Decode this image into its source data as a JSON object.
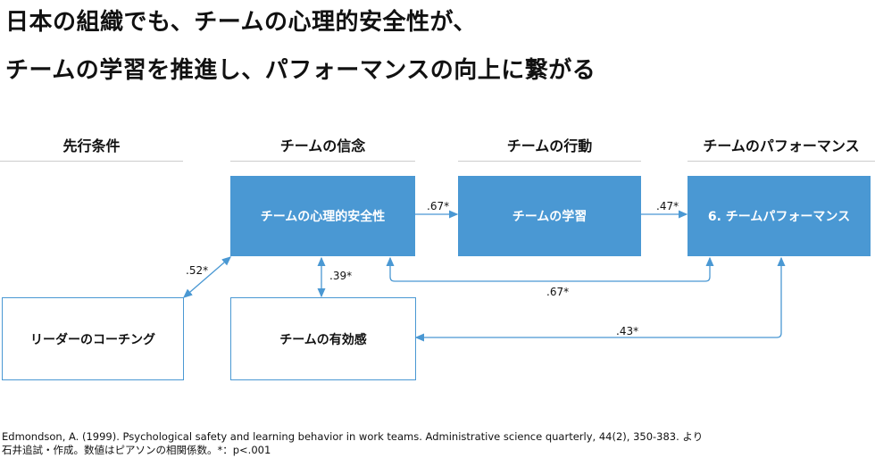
{
  "title": {
    "line1": "日本の組織でも、チームの心理的安全性が、",
    "line2": "チームの学習を推進し、パフォーマンスの向上に繋がる"
  },
  "columns": [
    "先行条件",
    "チームの信念",
    "チームの行動",
    "チームのパフォーマンス"
  ],
  "boxes": {
    "psych_safety": "チームの心理的安全性",
    "learning": "チームの学習",
    "performance": "6. チームパフォーマンス",
    "coaching": "リーダーのコーチング",
    "efficacy": "チームの有効感"
  },
  "coefficients": {
    "safety_learning": ".67*",
    "learning_performance": ".47*",
    "coaching_safety": ".52*",
    "safety_efficacy": ".39*",
    "safety_performance": ".67*",
    "efficacy_performance": ".43*"
  },
  "citation": {
    "line1": "Edmondson, A. (1999). Psychological safety and learning behavior in work teams. Administrative science quarterly, 44(2), 350-383. より",
    "line2": "石井追試・作成。数値はピアソンの相関係数。*：p<.001"
  },
  "colors": {
    "accent": "#4a98d3"
  }
}
